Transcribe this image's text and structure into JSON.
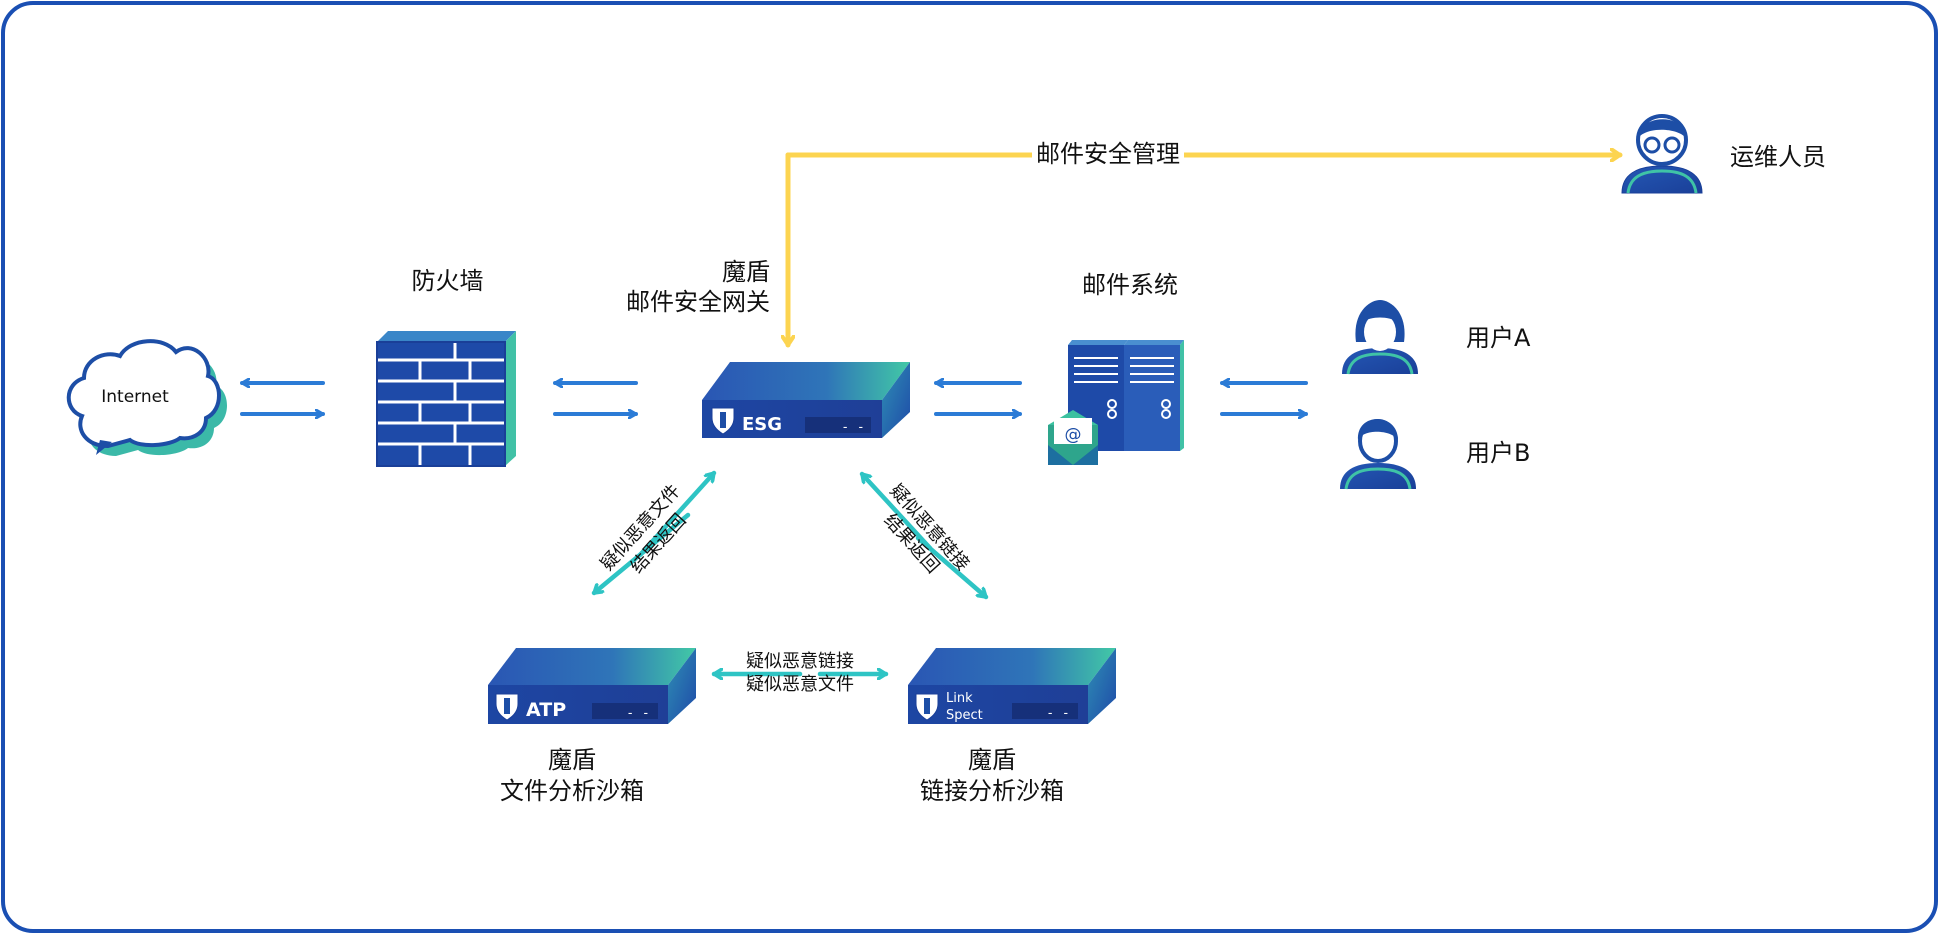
{
  "colors": {
    "frame": "#1a4fb3",
    "flow_arrow": "#2b7bd6",
    "mgmt_arrow": "#fcd450",
    "analysis_arrow": "#2ec4c4",
    "device_dark": "#1e4aa8",
    "device_teal": "#3ec5a8",
    "person": "#1d4ea6"
  },
  "nodes": {
    "internet": {
      "label": "Internet",
      "icon": "cloud-icon"
    },
    "firewall": {
      "label": "防火墙",
      "icon": "brick-wall-icon"
    },
    "esg": {
      "label_line1": "魔盾",
      "label_line2": "邮件安全网关",
      "device_text": "ESG",
      "display": "- -",
      "icon": "appliance-icon"
    },
    "mail_system": {
      "label": "邮件系统",
      "icon": "mail-server-icon"
    },
    "ops": {
      "label": "运维人员",
      "icon": "admin-person-icon"
    },
    "user_a": {
      "label": "用户A",
      "icon": "female-user-icon"
    },
    "user_b": {
      "label": "用户B",
      "icon": "male-user-icon"
    },
    "atp": {
      "label_line1": "魔盾",
      "label_line2": "文件分析沙箱",
      "device_text": "ATP",
      "display": "- -",
      "icon": "appliance-icon"
    },
    "linkspect": {
      "label_line1": "魔盾",
      "label_line2": "链接分析沙箱",
      "device_text_1": "Link",
      "device_text_2": "Spect",
      "display": "- -",
      "icon": "appliance-icon"
    }
  },
  "edges": {
    "mgmt": "邮件安全管理",
    "esg_atp_line1": "疑似恶意文件",
    "esg_atp_line2": "结果返回",
    "esg_link_line1": "疑似恶意链接",
    "esg_link_line2": "结果返回",
    "atp_link_line1": "疑似恶意链接",
    "atp_link_line2": "疑似恶意文件"
  }
}
